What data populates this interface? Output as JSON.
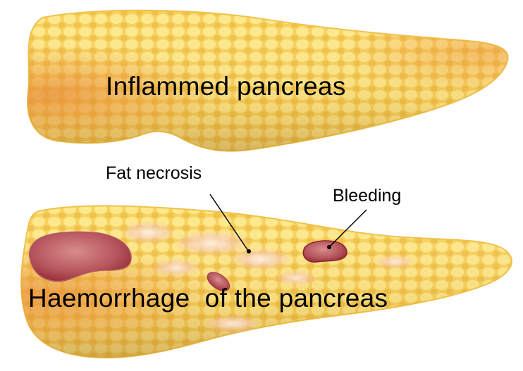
{
  "labels": {
    "inflamed": "Inflammed pancreas",
    "haemorrhage": "Haemorrhage  of the pancreas",
    "fat_necrosis": "Fat necrosis",
    "bleeding": "Bleeding"
  },
  "colors": {
    "tissue_light": "#fbe07a",
    "tissue_mid": "#f2c343",
    "tissue_dark": "#e3a82b",
    "tissue_edge": "#e79a3a",
    "necrosis_pink": "#f4b9b0",
    "necrosis_white": "#fff4e2",
    "blood_fill": "#b04a56",
    "blood_edge": "#8c2330",
    "leader_line": "#000000"
  },
  "icons": {
    "organ_top": "inflamed-pancreas-illustration",
    "organ_bottom": "haemorrhagic-pancreas-illustration"
  }
}
